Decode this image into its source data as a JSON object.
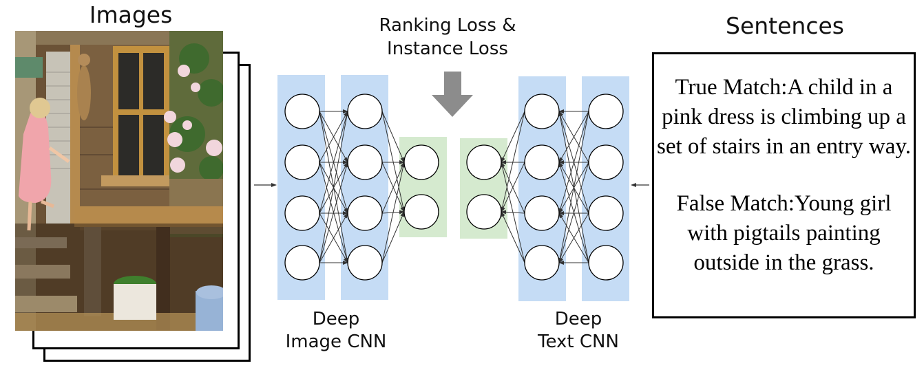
{
  "titles": {
    "images": "Images",
    "sentences": "Sentences",
    "loss": [
      "Ranking Loss &",
      "Instance Loss"
    ]
  },
  "labels": {
    "image_cnn": [
      "Deep",
      "Image CNN"
    ],
    "text_cnn": [
      "Deep",
      "Text CNN"
    ]
  },
  "sentences": {
    "true_match": "True Match:A child in a pink dress is climbing up a set of stairs in an entry way.",
    "false_match": "False Match:Young girl with pigtails painting outside in the grass."
  },
  "image_description": "Child in a pink dress climbing stairs into a wooden playhouse with a window, flowers, and buckets below",
  "network": {
    "image_cnn_layers": [
      4,
      4,
      2
    ],
    "text_cnn_layers": [
      2,
      4,
      4
    ]
  },
  "colors": {
    "hidden_layer": "#c5dcf5",
    "embedding_layer": "#d5eacf",
    "loss_arrow": "#8c8c8c",
    "node_fill": "#ffffff",
    "edge": "#333333"
  }
}
